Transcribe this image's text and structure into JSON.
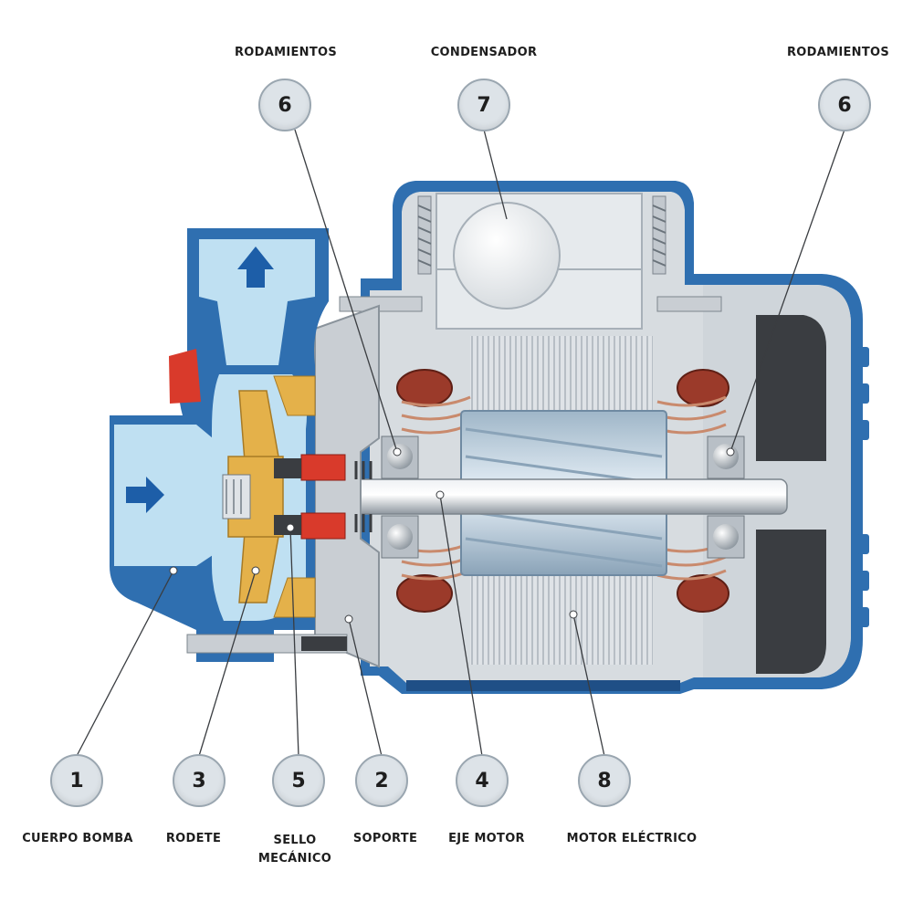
{
  "top_labels": {
    "left": "RODAMIENTOS",
    "center": "CONDENSADOR",
    "right": "RODAMIENTOS"
  },
  "top_callouts": [
    "6",
    "7",
    "6"
  ],
  "bottom_callouts": [
    "1",
    "3",
    "5",
    "2",
    "4",
    "8"
  ],
  "bottom_labels": {
    "cuerpo": "CUERPO BOMBA",
    "rodete": "RODETE",
    "sello": "SELLO MECÁNICO",
    "soporte": "SOPORTE",
    "eje": "EJE MOTOR",
    "motor": "MOTOR ELÉCTRICO"
  },
  "colors": {
    "casing_blue": "#2f6fb0",
    "casing_dark": "#1f4f86",
    "water": "#bfe0f2",
    "brass": "#e4b14a",
    "copper": "#9b3a2a",
    "steel": "#c9ced3",
    "seal_red": "#d93a2b",
    "arrow_blue": "#1d5ea8"
  },
  "icons": [
    "arrow-up-icon",
    "arrow-right-icon"
  ]
}
